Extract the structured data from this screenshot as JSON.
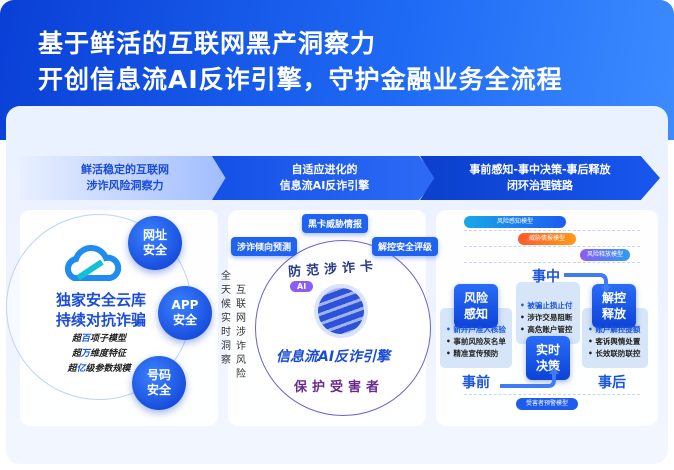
{
  "header": {
    "line1": "基于鲜活的互联网黑产洞察力",
    "line2": "开创信息流AI反诈引擎，守护金融业务全流程"
  },
  "stages": [
    {
      "title_l1": "鲜活稳定的互联网",
      "title_l2": "涉诈风险洞察力"
    },
    {
      "title_l1": "自适应进化的",
      "title_l2": "信息流AI反诈引擎"
    },
    {
      "title_l1": "事前感知-事中决策-事后释放",
      "title_l2": "闭环治理链路"
    }
  ],
  "cloud": {
    "title_l1": "独家安全云库",
    "title_l2": "持续对抗诈骗",
    "stats": [
      {
        "pre": "超",
        "hl": "百",
        "post": "项子模型"
      },
      {
        "pre": "超",
        "hl": "万",
        "post": "维度特征"
      },
      {
        "pre": "超",
        "hl": "亿",
        "post": "级参数规模"
      }
    ],
    "bubbles": [
      {
        "l1": "网址",
        "l2": "安全"
      },
      {
        "l1": "APP",
        "l2": "安全"
      },
      {
        "l1": "号码",
        "l2": "安全"
      }
    ]
  },
  "engine": {
    "side_left": "全天候实时洞察",
    "side_right": "互联网涉诈风险",
    "tags": [
      "黑卡威胁情报",
      "涉诈倾向预测",
      "解控安全评级"
    ],
    "arc_top": "防范涉诈卡",
    "ai_badge": "AI",
    "name": "信息流AI反诈引擎",
    "arc_bottom": "保护受害者"
  },
  "loop": {
    "models": [
      "风险感知模型",
      "威胁情报模型",
      "风险释放模型",
      "受害者预警模型"
    ],
    "phases": {
      "before": "事前",
      "during": "事中",
      "after": "事后"
    },
    "blocks": [
      {
        "l1": "风险",
        "l2": "感知",
        "items": [
          "• 新开户准入核验",
          "• 事前风险灰名单",
          "• 精准宣传预防"
        ]
      },
      {
        "l1": "实时",
        "l2": "决策",
        "items": [
          "• 被骗止损止付",
          "• 涉诈交易阻断",
          "• 高危账户管控"
        ]
      },
      {
        "l1": "解控",
        "l2": "释放",
        "items": [
          "• 账户解控提额",
          "• 客诉舆情处置",
          "• 长效联防联控"
        ]
      }
    ]
  },
  "colors": {
    "brand": "#1a55e0"
  }
}
